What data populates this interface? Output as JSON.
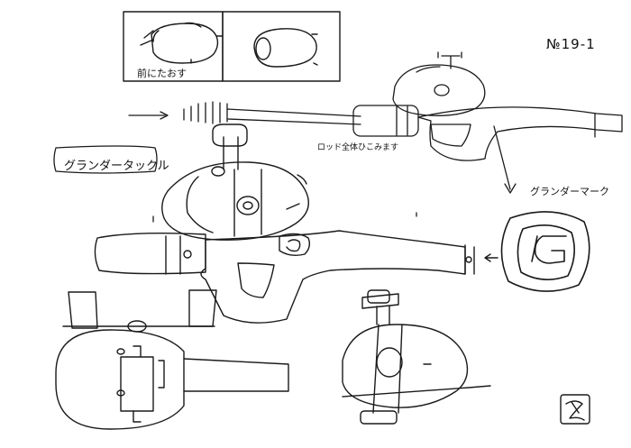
{
  "sheet": {
    "number": "№19-1",
    "product_name": "グランダータックル",
    "mark_label": "グランダーマーク",
    "rod_note": "ロッド全体ひこみます",
    "caption_top": "前にたおす"
  },
  "colors": {
    "paper": "#ffffff",
    "ink": "#1a1a1a"
  }
}
